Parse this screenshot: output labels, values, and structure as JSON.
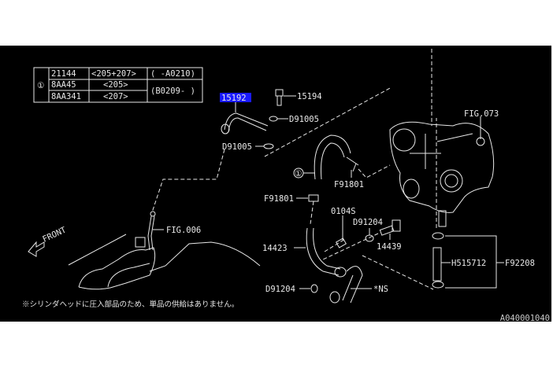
{
  "table": {
    "ref": "①",
    "rows": [
      {
        "part": "21144",
        "model": "<205+207>",
        "range": "( -A0210)"
      },
      {
        "part": "8AA45",
        "model": "<205>",
        "range": "(B0209- )"
      },
      {
        "part": "8AA341",
        "model": "<207>"
      }
    ]
  },
  "labels": {
    "selected": "15192",
    "p15194": "15194",
    "d91005_a": "D91005",
    "d91005_b": "D91005",
    "fig073": "FIG.073",
    "ref1": "①",
    "f91801_a": "F91801",
    "f91801_b": "F91801",
    "p0104s": "0104S",
    "d91204_a": "D91204",
    "p14439": "14439",
    "p14423": "14423",
    "h515712": "H515712",
    "f92208": "F92208",
    "d91204_b": "D91204",
    "ns": "*NS",
    "fig006": "FIG.006",
    "front": "FRONT"
  },
  "note": "※シリンダヘッドに圧入部品のため、単品の供給はありません。",
  "doc_id": "A040001040",
  "colors": {
    "highlight": "#1a1aff",
    "background": "#000000",
    "lines": "#e8e8e8"
  }
}
